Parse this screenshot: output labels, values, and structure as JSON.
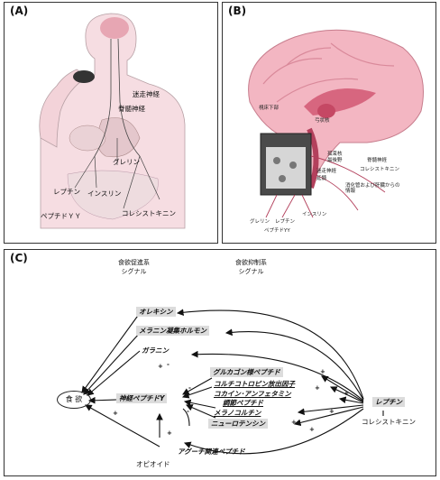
{
  "panel_a": {
    "label": "(A)",
    "labels": {
      "vagus": "迷走神経",
      "spinal": "脊髄神経",
      "ghrelin": "グレリン",
      "leptin": "レプチン",
      "insulin": "インスリン",
      "pyy": "ペプチドＹＹ",
      "cck": "コレシストキニン"
    }
  },
  "panel_b": {
    "label": "(B)",
    "labels": {
      "hypothalamus": "視床下部",
      "nts": "孤束核",
      "vagus": "迷走神経",
      "area_postrema": "最後野",
      "medulla": "延髄",
      "cck": "コレシストキニン",
      "gut_info": "消化管および肝臓からの情報",
      "spinal": "脊髄神経",
      "ghrelin": "グレリン",
      "leptin": "レプチン",
      "insulin": "インスリン",
      "pyy": "ペプチドYY",
      "arcuate": "弓状核"
    }
  },
  "panel_c": {
    "label": "(C)",
    "header_promote": "食欲促進系\nシグナル",
    "header_suppress": "食欲抑制系\nシグナル",
    "appetite": "食 欲",
    "npy": "神経ペプチドY",
    "orexin": "オレキシン",
    "mch": "メラニン凝集ホルモン",
    "galanin": "ガラニン",
    "glp1": "グルカゴン様ペプチド",
    "crf": "コルチコトロピン放出因子",
    "cart": "コカイン･アンフェタミン",
    "cart2": "調節ペプチド",
    "msh": "メラノコルチン",
    "neurotensin": "ニューロテンシン",
    "agrp": "アグーチ関連ペプチド",
    "opioid": "オピオイド",
    "leptin": "レプチン",
    "cck": "コレシストキニン",
    "plus": "+",
    "minus": "-"
  }
}
